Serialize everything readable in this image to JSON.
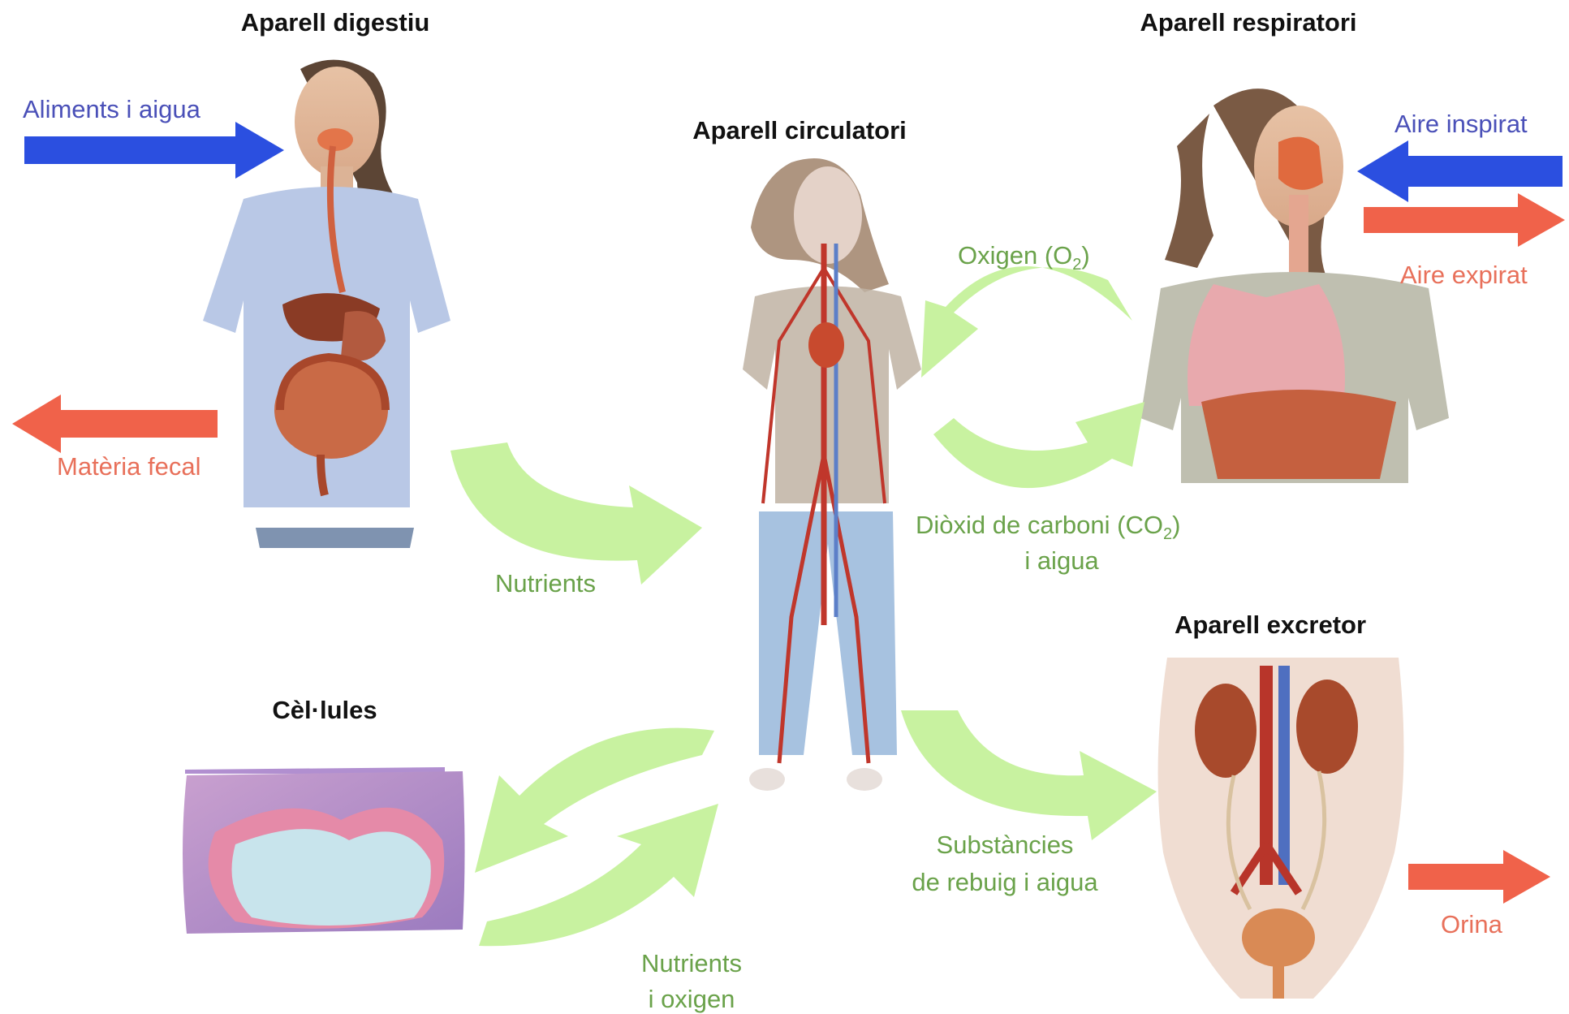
{
  "titles": {
    "digestive": "Aparell digestiu",
    "respiratory": "Aparell respiratori",
    "circulatory": "Aparell circulatori",
    "excretory": "Aparell excretor",
    "cells": "Cèl·lules"
  },
  "labels": {
    "food_water": "Aliments i aigua",
    "fecal_matter": "Matèria fecal",
    "nutrients": "Nutrients",
    "oxygen_prefix": "Oxigen (O",
    "oxygen_sub": "2",
    "oxygen_suffix": ")",
    "co2_prefix": "Diòxid de carboni (CO",
    "co2_sub": "2",
    "co2_suffix": ")",
    "co2_line2": "i aigua",
    "inhaled_air": "Aire inspirat",
    "exhaled_air": "Aire expirat",
    "waste_line1": "Substàncies",
    "waste_line2": "de rebuig i aigua",
    "urine": "Orina",
    "nutrients_oxygen_line1": "Nutrients",
    "nutrients_oxygen_line2": "i oxigen"
  },
  "colors": {
    "input_arrow": "#2b4fe0",
    "input_text": "#4a50b8",
    "output_arrow": "#f0624a",
    "output_text": "#e8705a",
    "flow_arrow": "#c8f2a0",
    "flow_text": "#6aa24a"
  }
}
